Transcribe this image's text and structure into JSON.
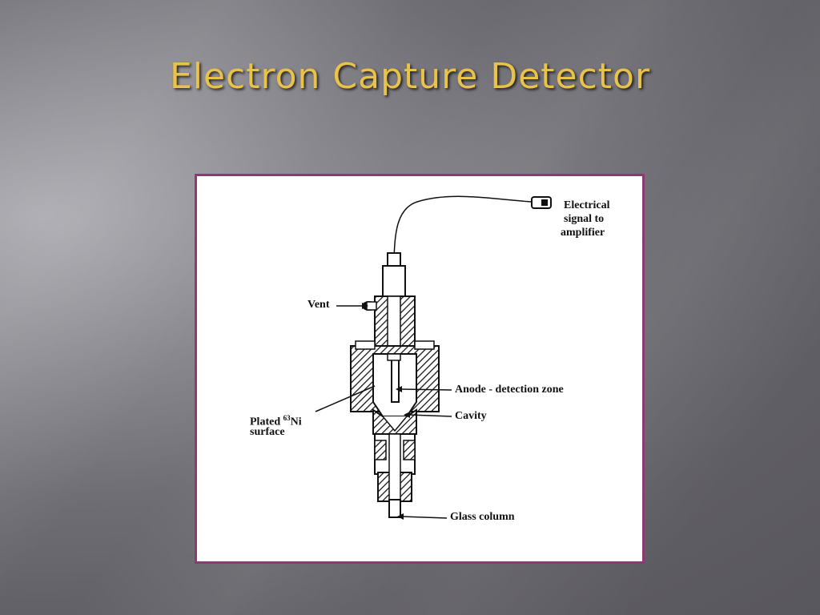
{
  "slide": {
    "title": "Electron Capture Detector"
  },
  "diagram": {
    "labels": {
      "signal_line1": "Electrical",
      "signal_line2": "signal to",
      "signal_line3": "amplifier",
      "vent": "Vent",
      "anode": "Anode - detection zone",
      "cavity": "Cavity",
      "plated_pre": "Plated",
      "plated_sup": "63",
      "plated_post": "Ni",
      "plated_line2": "surface",
      "glass_column": "Glass column"
    },
    "colors": {
      "frame_border": "#8b3a72",
      "title": "#e8c24a"
    }
  }
}
